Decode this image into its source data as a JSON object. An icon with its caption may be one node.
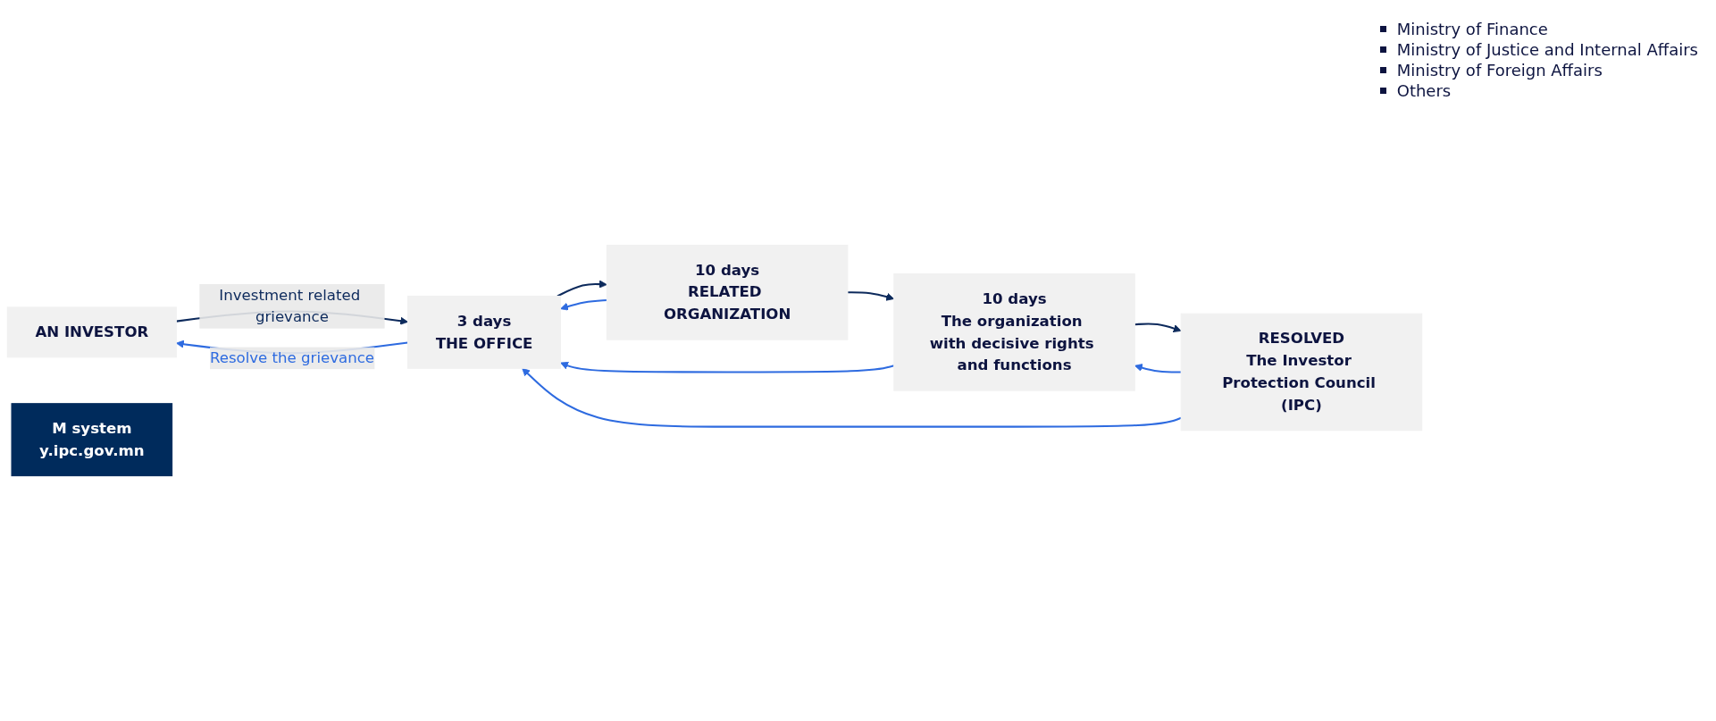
{
  "diagram": {
    "nodes": [
      {
        "text": [
          "AN INVESTOR"
        ]
      },
      {
        "text": [
          "3 days",
          "THE OFFICE"
        ]
      },
      {
        "text": [
          "10 days",
          "RELATED ORGANIZATION"
        ]
      },
      {
        "text": [
          "RESOLVED",
          "The Investor Protection Council (IPC)"
        ]
      },
      {
        "text": [
          "10 days",
          "The organization with decisive rights and functions"
        ]
      },
      {
        "text": [
          "M system",
          "y.ipc.gov.mn"
        ]
      }
    ],
    "edges": [
      {
        "from": 0,
        "to": 1,
        "arrow": "to",
        "label": "Investment related grievance",
        "color": "#0d2a5c"
      },
      {
        "from": 1,
        "to": 0,
        "arrow": "to",
        "label": "Resolve the grievance"
      },
      {
        "from": 1,
        "to": 2,
        "arrow": "to",
        "color": "#0d2a5c"
      },
      {
        "from": 2,
        "to": 1,
        "arrow": "to"
      },
      {
        "from": 2,
        "to": 4,
        "arrow": "to",
        "color": "#0d2a5c"
      },
      {
        "from": 4,
        "to": 1,
        "arrow": "to"
      },
      {
        "from": 3,
        "to": 1,
        "arrow": "to"
      },
      {
        "from": 4,
        "to": 3,
        "arrow": "to",
        "color": "#0d2a5c"
      },
      {
        "from": 3,
        "to": 4,
        "arrow": "to"
      }
    ],
    "labels": [
      "Ministry of Finance",
      "Ministry of Justice and Internal Affairs",
      "Ministry of Foreign Affairs",
      "Others"
    ]
  }
}
